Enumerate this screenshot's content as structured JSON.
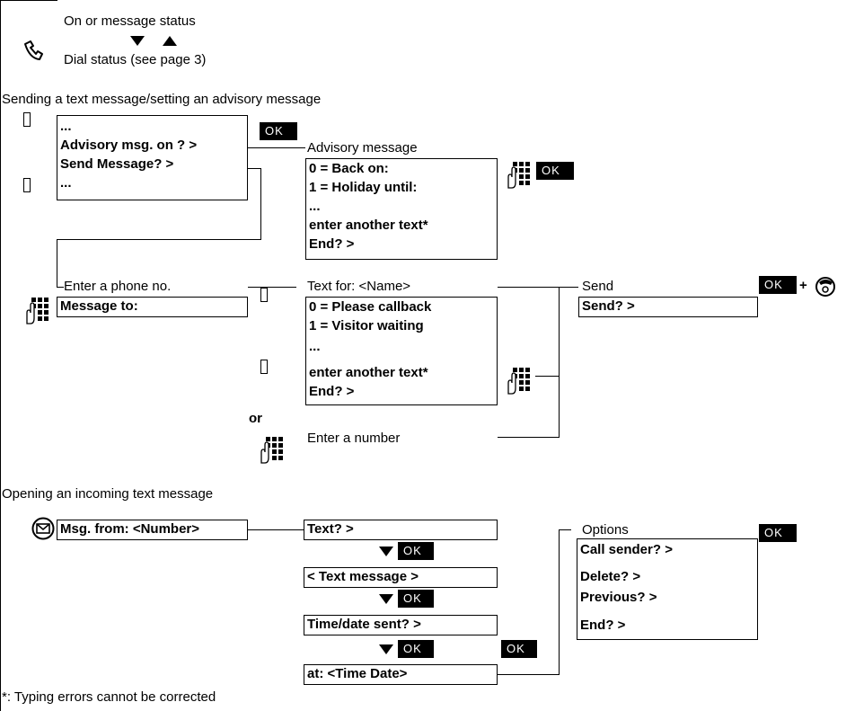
{
  "header": {
    "on_status": "On or message status",
    "dial_status": "Dial status (see page 3)"
  },
  "send": {
    "section_title": "Sending a text message/setting an advisory message",
    "menu": [
      "...",
      "Advisory msg. on ? >",
      "Send Message? >",
      "..."
    ],
    "ok": "OK",
    "advisory_label": "Advisory message",
    "advisory_box": [
      "0 = Back on:",
      "1 = Holiday until:",
      "...",
      "enter another text*",
      "End? >"
    ],
    "enter_phone_label": "Enter a phone no.",
    "message_to": "Message to:",
    "text_for_label": "Text for: <Name>",
    "text_box": [
      "0 = Please callback",
      "1 = Visitor waiting",
      "...",
      "enter another text*",
      "End? >"
    ],
    "or": "or",
    "enter_number": "Enter a number",
    "send_label": "Send",
    "send_box": "Send? >",
    "plus": "+"
  },
  "open": {
    "section_title": "Opening an incoming text message",
    "msg_from": "Msg. from: <Number>",
    "chain": [
      "Text? >",
      "< Text message >",
      "Time/date sent? >",
      "at: <Time Date>"
    ],
    "options_label": "Options",
    "options": [
      "Call sender? >",
      "Delete? >",
      "Previous? >",
      "End? >"
    ]
  },
  "footnote": "*: Typing errors cannot be corrected",
  "icons": {
    "handset": "handset-icon",
    "up_down": "up-down-arrows-icon",
    "keypad": "keypad-hand-icon",
    "release": "hang-up-key-icon",
    "mail": "mailbox-icon"
  }
}
